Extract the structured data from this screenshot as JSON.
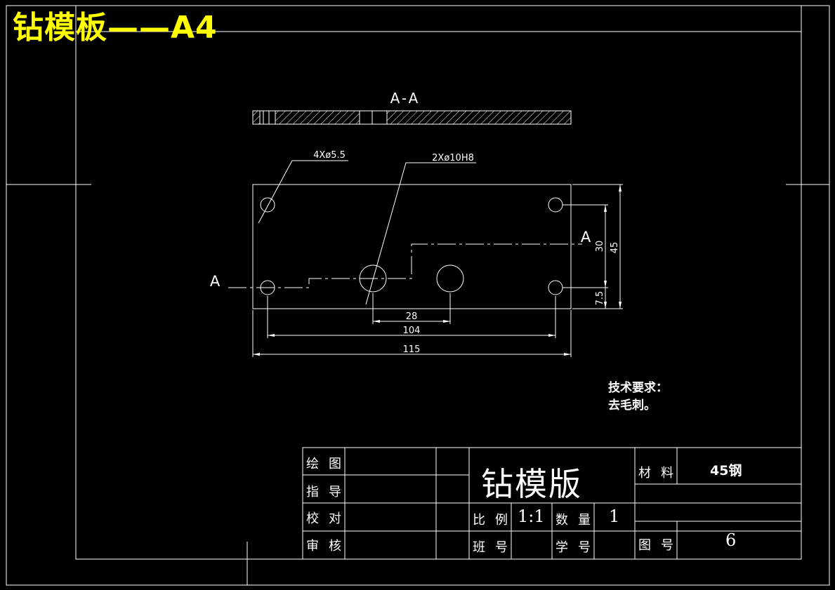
{
  "banner": "钻模板——A4",
  "section": {
    "label": "A-A",
    "cut_mark_left": "A",
    "cut_mark_right": "A"
  },
  "dimensions": {
    "holes_small": "4Xø5.5",
    "holes_large": "2Xø10H8",
    "dim_28": "28",
    "dim_104": "104",
    "dim_115": "115",
    "dim_30": "30",
    "dim_45": "45",
    "dim_7_5": "7.5"
  },
  "requirements": {
    "heading": "技术要求：",
    "item": "去毛刺。"
  },
  "title_block": {
    "drawn_label": "绘图",
    "guide_label": "指导",
    "check_label": "校对",
    "review_label": "审核",
    "part_name": "钻模版",
    "scale_label": "比例",
    "scale_value": "1:1",
    "qty_label": "数量",
    "qty_value": "1",
    "class_label": "班号",
    "student_label": "学号",
    "material_label": "材料",
    "material_value": "45钢",
    "drawing_no_label": "图号",
    "drawing_no_value": "6"
  },
  "colors": {
    "background": "#000000",
    "lines": "#ffffff",
    "banner": "#ffff00"
  }
}
